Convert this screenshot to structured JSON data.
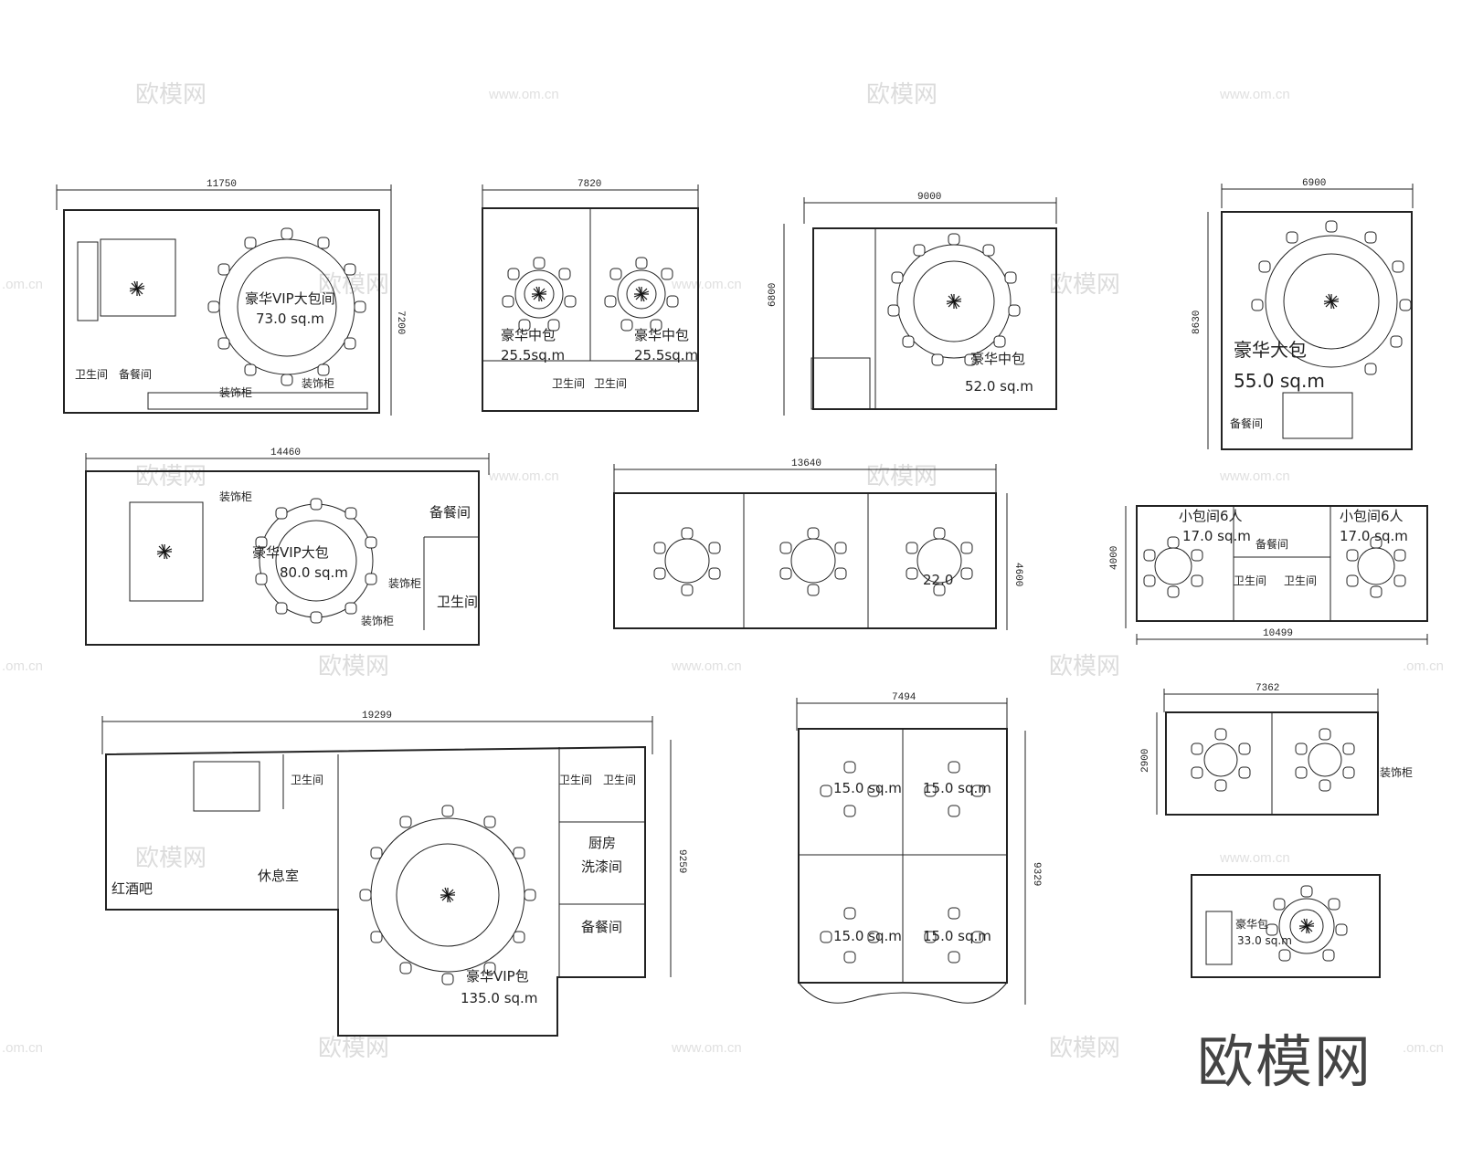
{
  "watermarks": {
    "logo": "欧模网",
    "url": "www.om.cn",
    "url_short": ".om.cn"
  },
  "brand_logo": "欧模网",
  "plans": [
    {
      "id": "p1",
      "dims": {
        "width": "11750",
        "height": "7200"
      },
      "labels": [
        "豪华VIP大包间",
        "73.0 sq.m",
        "卫生间",
        "备餐间",
        "装饰柜",
        "装饰柜"
      ]
    },
    {
      "id": "p2",
      "dims": {
        "width": "7820"
      },
      "labels": [
        "豪华中包",
        "25.5sq.m",
        "豪华中包",
        "25.5sq.m",
        "卫生间",
        "卫生间"
      ]
    },
    {
      "id": "p3",
      "dims": {
        "width": "9000",
        "height": "6800"
      },
      "labels": [
        "豪华中包",
        "52.0 sq.m"
      ]
    },
    {
      "id": "p4",
      "dims": {
        "width": "6900",
        "height": "8630"
      },
      "labels": [
        "豪华大包",
        "55.0 sq.m",
        "备餐间"
      ]
    },
    {
      "id": "p5",
      "dims": {
        "width": "14460"
      },
      "labels": [
        "豪华VIP大包",
        "80.0 sq.m",
        "备餐间",
        "卫生间",
        "装饰柜",
        "装饰柜",
        "装饰柜"
      ]
    },
    {
      "id": "p6",
      "dims": {
        "width": "13640",
        "height": "4600"
      },
      "labels": [
        "22.0"
      ]
    },
    {
      "id": "p7",
      "dims": {
        "height": "4000",
        "width_bottom": "10499"
      },
      "labels": [
        "小包间6人",
        "17.0 sq.m",
        "小包间6人",
        "17.0 sq.m",
        "备餐间",
        "卫生间",
        "卫生间"
      ]
    },
    {
      "id": "p8",
      "dims": {
        "width": "19299",
        "height": "9259"
      },
      "labels": [
        "卫生间",
        "卫生间",
        "卫生间",
        "厨房",
        "洗漆间",
        "红酒吧",
        "休息室",
        "备餐间",
        "豪华VIP包",
        "135.0 sq.m"
      ]
    },
    {
      "id": "p9",
      "dims": {
        "width": "7494",
        "height": "9329"
      },
      "labels": [
        "15.0 sq.m",
        "15.0 sq.m",
        "15.0 sq.m",
        "15.0 sq.m"
      ]
    },
    {
      "id": "p10",
      "dims": {
        "width": "7362",
        "height": "2900"
      },
      "labels": [
        "装饰柜"
      ]
    },
    {
      "id": "p11",
      "dims": {},
      "labels": [
        "豪华包",
        "33.0 sq.m"
      ]
    }
  ]
}
